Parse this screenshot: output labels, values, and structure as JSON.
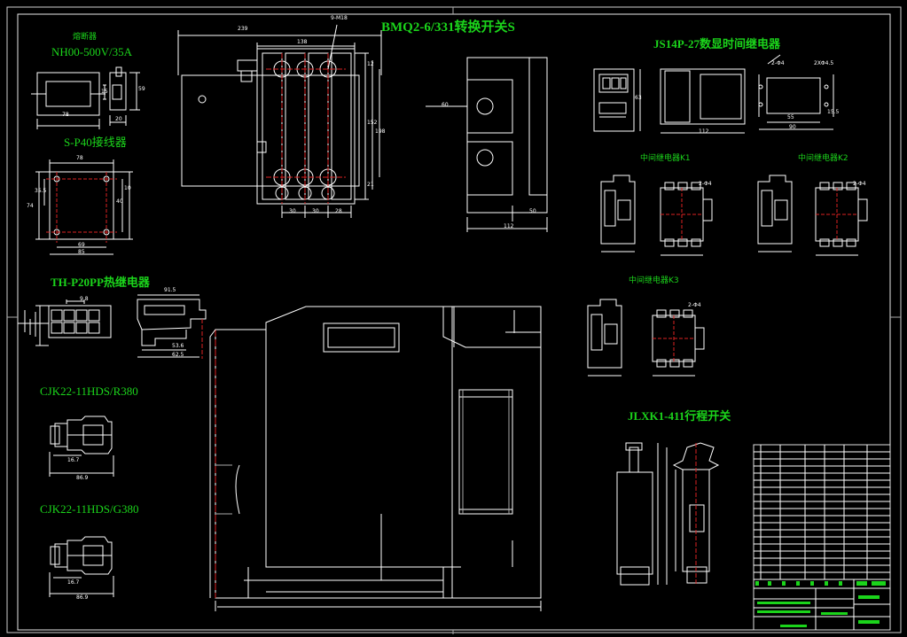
{
  "drawing_labels": {
    "fuse_title": "熔断器",
    "fuse_model": "NH00-500V/35A",
    "s_p40": "S-P40接线器",
    "th_p20pp": "TH-P20PP热继电器",
    "cjk_r": "CJK22-11HDS/R380",
    "cjk_g": "CJK22-11HDS/G380",
    "bmq": "BMQ2-6/331转换开关S",
    "js14p": "JS14P-27数显时间继电器",
    "k1": "中间继电器K1",
    "k2": "中间继电器K2",
    "k3": "中间继电器K3",
    "jlxk": "JLXK1-411行程开关"
  },
  "dimensions": {
    "fuse_w": "78",
    "fuse_h": "59",
    "fuse_d": "20",
    "fuse_s": "15",
    "sp40_top": "78",
    "sp40_bot1": "69",
    "sp40_bot2": "85",
    "sp40_r1": "40",
    "sp40_r2": "10",
    "sp40_l1": "35.5",
    "sp40_l2": "74",
    "bmq_top": "239",
    "bmq_138": "138",
    "bmq_hole": "9-M18",
    "bmq_152": "152",
    "bmq_198": "198",
    "bmq_12": "12",
    "bmq_21": "21",
    "bmq_30a": "30",
    "bmq_30b": "30",
    "bmq_28": "28",
    "side_60": "60",
    "side_50": "50",
    "side_112": "112",
    "js_63": "63",
    "js_112": "112",
    "js_55": "55",
    "js_90": "90",
    "js_phi": "2-Φ4",
    "js_hole": "2XΦ4.5",
    "js_155": "15.5",
    "k_phi": "2-Φ4",
    "cjk_167": "16.7",
    "cjk_869": "86.9",
    "th_915": "91.5",
    "th_53": "53.6",
    "th_625": "62.5",
    "th_98": "9.8"
  }
}
